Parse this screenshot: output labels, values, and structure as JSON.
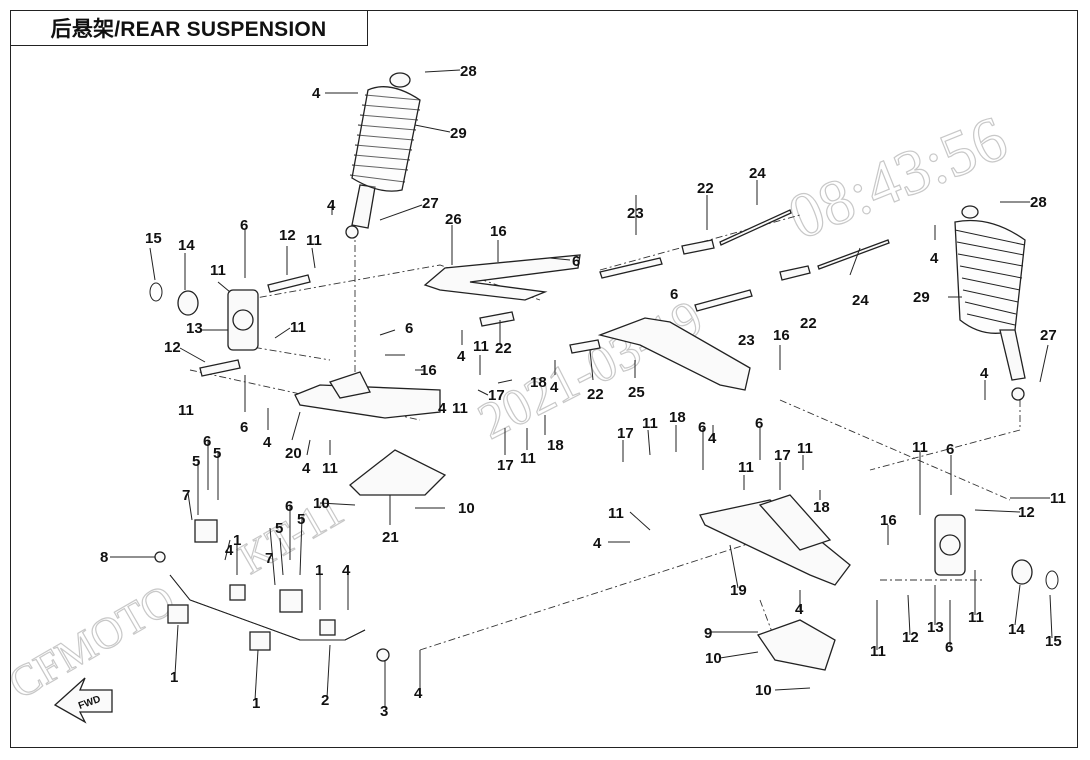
{
  "title": "后悬架/REAR SUSPENSION",
  "watermark": {
    "timestamp": "08:43:56",
    "date": "2021-03-19",
    "code": "KT-11",
    "brand": "CFMOTO"
  },
  "fwd_label": "FWD",
  "callouts": [
    "1",
    "2",
    "3",
    "4",
    "5",
    "6",
    "7",
    "8",
    "9",
    "10",
    "11",
    "12",
    "13",
    "14",
    "15",
    "16",
    "17",
    "18",
    "19",
    "20",
    "21",
    "22",
    "23",
    "24",
    "25",
    "26",
    "27",
    "28",
    "29"
  ]
}
